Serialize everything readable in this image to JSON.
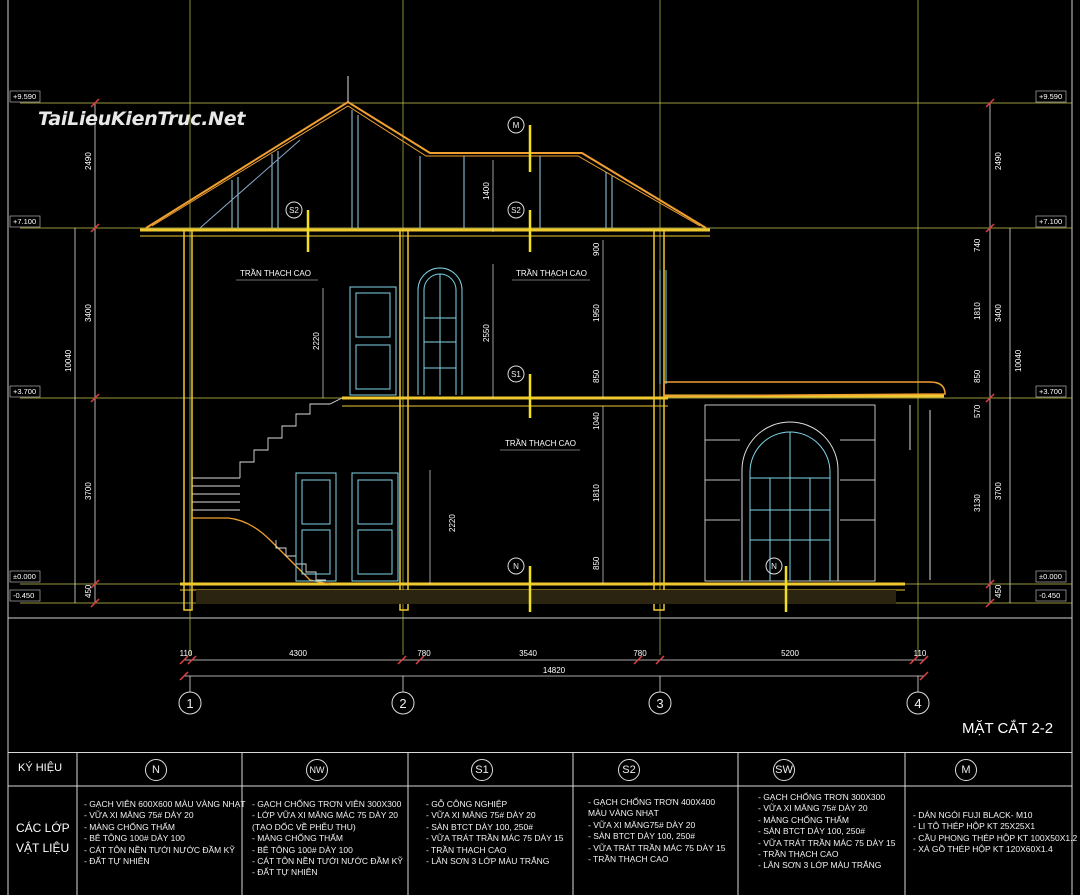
{
  "watermark": "TaiLieuKienTruc.Net",
  "drawing_title": "MẶT CẮT 2-2",
  "levels": {
    "left": [
      "+9.590",
      "+7.100",
      "+3.700",
      "±0.000",
      "-0.450"
    ],
    "right": [
      "+9.590",
      "+7.100",
      "+3.700",
      "±0.000",
      "-0.450"
    ]
  },
  "dims_left": [
    "2490",
    "3400",
    "10040",
    "3700",
    "450"
  ],
  "dims_right": [
    "2490",
    "740",
    "1810",
    "3400",
    "10040",
    "850",
    "570",
    "3130",
    "3700",
    "450"
  ],
  "dims_interior": [
    "1400",
    "900",
    "2220",
    "2550",
    "1950",
    "850",
    "1040",
    "1810",
    "2220",
    "850"
  ],
  "dims_bottom": [
    "110",
    "4300",
    "780",
    "3540",
    "780",
    "5200",
    "110"
  ],
  "dims_total": "14820",
  "axes": [
    "1",
    "2",
    "3",
    "4"
  ],
  "section_tags": [
    "M",
    "S2",
    "S2",
    "S1",
    "N",
    "N"
  ],
  "room_labels": [
    "TRẦN THẠCH CAO",
    "TRẦN THẠCH CAO",
    "TRẦN THẠCH CAO"
  ],
  "legend": {
    "symbol_header": "KÝ HIỆU",
    "layers_header": [
      "CÁC LỚP",
      "VẬT LIỆU"
    ],
    "columns": [
      {
        "symbol": "N",
        "items": [
          "- GẠCH VIÊN 600X600 MÀU VÀNG NHẠT",
          "- VỮA XI MĂNG 75# DÀY 20",
          "- MÀNG CHỐNG THẤM",
          "- BÊ TÔNG 100# DÀY 100",
          "- CÁT TÔN NỀN TƯỚI NƯỚC ĐẦM KỸ",
          "- ĐẤT TỰ NHIÊN"
        ]
      },
      {
        "symbol": "NW",
        "items": [
          "- GẠCH CHỐNG TRƠN VIÊN 300X300",
          "- LỚP VỮA XI MĂNG MÁC 75 DÀY 20",
          "(TẠO DỐC VỀ PHỄU THU)",
          "- MÀNG CHỐNG THẤM",
          "- BÊ TÔNG 100# DÀY 100",
          "- CÁT TÔN NỀN TƯỚI NƯỚC ĐẦM KỸ",
          "- ĐẤT TỰ NHIÊN"
        ]
      },
      {
        "symbol": "S1",
        "items": [
          "- GỖ CÔNG NGHIỆP",
          "- VỮA XI MĂNG 75# DÀY 20",
          "- SÀN BTCT DÀY 100, 250#",
          "- VỮA TRÁT TRẦN MÁC 75 DÀY 15",
          "- TRẦN THẠCH CAO",
          "- LĂN SƠN 3 LỚP MÀU TRẮNG"
        ]
      },
      {
        "symbol": "S2",
        "items": [
          "- GẠCH CHỐNG TRƠN 400X400",
          "MÀU VÀNG NHẠT",
          "- VỮA XI MĂNG75# DÀY 20",
          "- SÀN BTCT DÀY 100, 250#",
          "- VỮA TRÁT TRẦN MÁC 75 DÀY 15",
          "- TRẦN THẠCH CAO"
        ]
      },
      {
        "symbol": "SW",
        "items": [
          "- GẠCH CHỐNG TRƠN 300X300",
          "- VỮA XI MĂNG 75# DÀY 20",
          "- MÀNG CHỐNG THẤM",
          "- SÀN BTCT DÀY 100, 250#",
          "- VỮA TRÁT TRẦN MÁC 75 DÀY 15",
          "- TRẦN THẠCH CAO",
          "- LĂN SƠN 3 LỚP MÀU TRẮNG"
        ]
      },
      {
        "symbol": "M",
        "items": [
          "- DÁN NGÓI FUJI BLACK- M10",
          "- LI TÔ THÉP HỘP KT 25X25X1",
          "- CẦU PHONG THÉP HỘP KT 100X50X1.2",
          "- XÀ GỒ THÉP HỘP KT 120X60X1.4"
        ]
      }
    ]
  },
  "colors": {
    "background": "#000000",
    "roof": "#f0a030",
    "walls": "#f0c830",
    "glass": "#7fd4e8",
    "dims": "#e8e8e8",
    "grid": "#d8d860",
    "tags": "#f0e020"
  }
}
